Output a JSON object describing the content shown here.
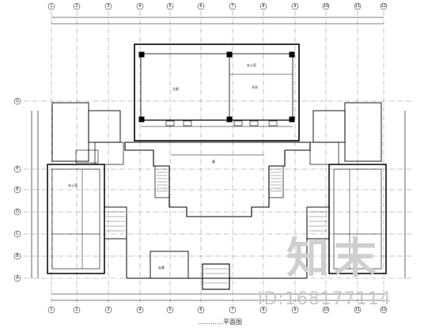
{
  "drawing": {
    "caption": "…………平面图",
    "top_grid_labels": [
      "1",
      "2",
      "3",
      "4",
      "5",
      "6",
      "7",
      "8",
      "9",
      "10",
      "11",
      "12"
    ],
    "left_grid_labels": [
      "G",
      "F",
      "E",
      "D",
      "C",
      "B",
      "A"
    ],
    "room_labels": [
      "大殿",
      "走廊",
      "开间",
      "办公室",
      "廊",
      "办公室"
    ]
  },
  "watermark": {
    "logo_text": "知末",
    "id_text": "ID:168177114"
  },
  "colors": {
    "line": "#000000",
    "thin": "#444444",
    "watermark": "#c8c8c8"
  }
}
